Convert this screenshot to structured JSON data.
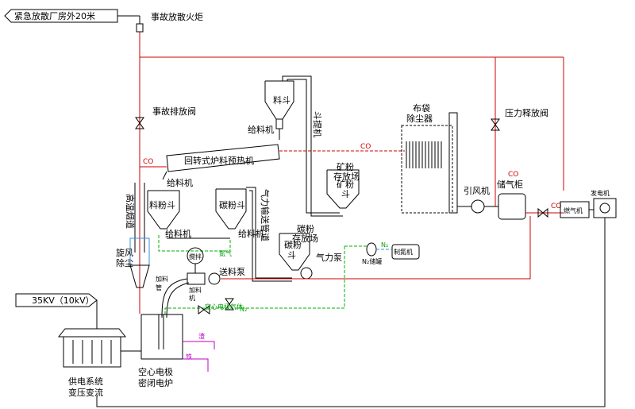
{
  "labels": {
    "emergency_release": "紧急放散厂房外20米",
    "flare": "事故放散火炬",
    "accident_valve": "事故排放阀",
    "hopper_top": "料斗",
    "feeder_top": "给料机",
    "bucket_elevator": "斗提机",
    "kiln": "回转式炉料预热机",
    "co_top": "CO",
    "co_left": "CO",
    "bag_filter": "布袋\n除尘器",
    "pressure_valve": "压力释放阀",
    "ore_yard": "矿粉\n存放场",
    "ore_hopper": "矿粉\n斗",
    "feeder_mid": "给料机",
    "high_temp_duct": "高温烟道",
    "material_hopper": "料粉斗",
    "carbon_hopper": "碳粉斗",
    "pneumatic_pipe": "气力输送管道",
    "carbon_yard": "碳粉\n存放场",
    "carbon_hopper2": "碳粉\n斗",
    "feeder_left": "给料机",
    "feeder_right": "给料机",
    "cyclone": "旋风\n除尘",
    "mixer": "搅拌",
    "pneumatic_pump": "气力泵",
    "n2_tank": "N₂储罐",
    "n2_maker": "制氮机",
    "n2_label": "N₂",
    "n2_label2": "N₂",
    "feed_pump": "送料泵",
    "feed_pipe": "加料管",
    "feeder_small": "加料机",
    "hollow_gas": "空心电极气体",
    "induced_fan": "引风机",
    "gas_holder_co": "CO",
    "gas_holder": "储气柜",
    "co_right": "CO",
    "gas_engine": "燃气机",
    "generator": "发电机",
    "voltage": "35KV（10kV）",
    "slag": "渣",
    "iron": "铁",
    "furnace": "空心电极\n密闭电炉",
    "power_supply": "供电系统\n变压变流"
  }
}
